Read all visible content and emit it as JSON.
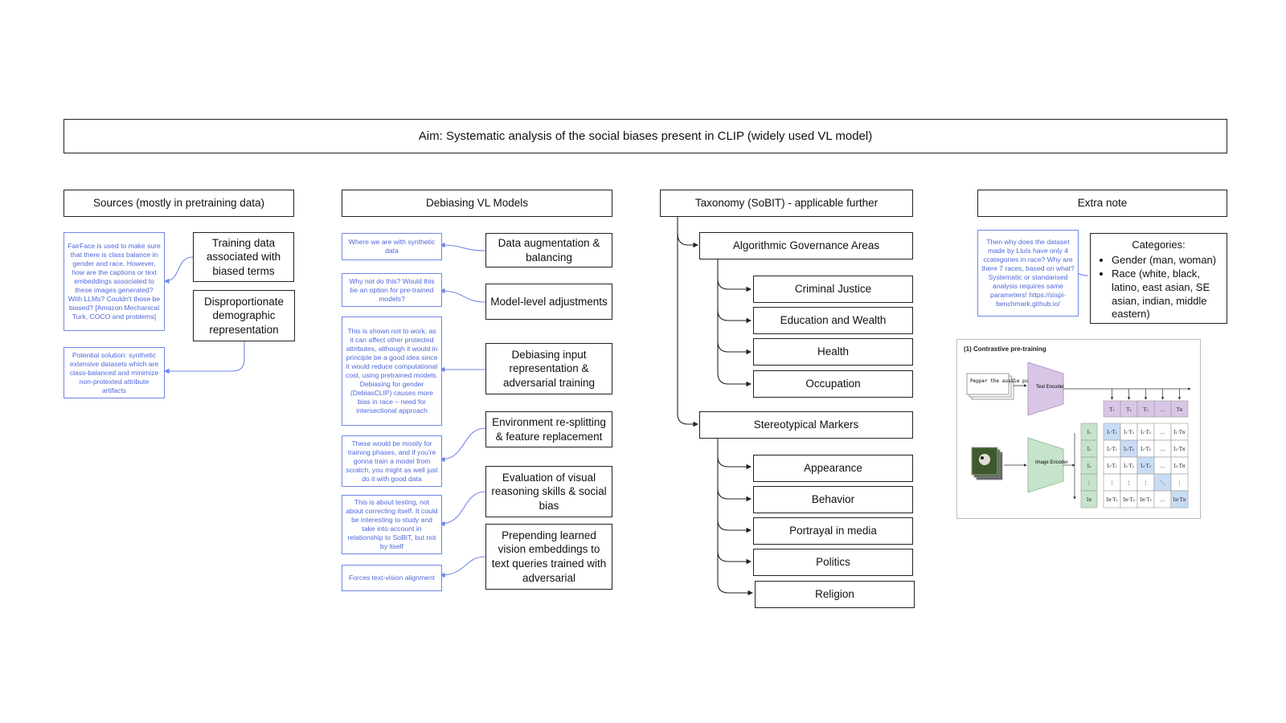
{
  "aim": "Aim: Systematic analysis of the social biases present in CLIP (widely used VL model)",
  "columns": {
    "sources": {
      "title": "Sources (mostly in pretraining data)",
      "items": [
        "Training data associated with biased terms",
        "Disproportionate demographic representation"
      ],
      "notes": [
        "FairFace is used to make sure that there is class balance in gender and race. However, how are the captions or text embeddings associated to these images generated? With LLMs? Couldn't those be biased? [Amazon Mechanical Turk, COCO and problems]",
        "Potential solution: synthetic extensive datasets which are class-balanced and minimize non-protexted attribute artifacts"
      ]
    },
    "debiasing": {
      "title": "Debiasing VL Models",
      "items": [
        "Data augmentation & balancing",
        "Model-level adjustments",
        "Debiasing input representation & adversarial training",
        "Environment re-splitting & feature replacement",
        "Evaluation of visual reasoning skills & social bias",
        "Prepending learned vision embeddings to text queries trained with adversarial"
      ],
      "notes": [
        "Where we are with synthetic data",
        "Why not do this? Would this be an option for pre-trained models?",
        "This is shown not to work, as it can affect other protected attributes, although it would in principle be a good idea since it would reduce computational cost, using pretrained models. Debiasing for gender (DebiasCLIP) causes more bias in race – need for intersectional approach",
        "These would be mostly for training phases, and if you're gonna train a model from scratch, you might as well just do it with good data",
        "This is about testing, not about correcting itself. It could be interesting to study and take into account in relationship to SoBIT, but not by itself",
        "Forces text-vision alignment"
      ]
    },
    "taxonomy": {
      "title": "Taxonomy (SoBIT) - applicable further",
      "groups": [
        {
          "label": "Algorithmic Governance Areas",
          "children": [
            "Criminal Justice",
            "Education and Wealth",
            "Health",
            "Occupation"
          ]
        },
        {
          "label": "Stereotypical Markers",
          "children": [
            "Appearance",
            "Behavior",
            "Portrayal in media",
            "Politics",
            "Religion"
          ]
        }
      ]
    },
    "extra": {
      "title": "Extra note",
      "note": "Then why does the dataset made by Lluís have only 4 ccategories in race? Why are there 7 races, based on what? Systematic or standarised analysis requires same parameters! https://sispi-benchmark.github.io/",
      "categories_title": "Categories:",
      "categories": [
        "Gender (man, woman)",
        "Race (white, black, latino, east asian, SE asian, indian, middle eastern)"
      ]
    }
  },
  "clip_figure": {
    "caption": "(1) Contrastive pre-training",
    "text_input": "Pepper the aussie pup",
    "text_encoder": "Text Encoder",
    "image_encoder": "Image Encoder",
    "text_tokens": [
      "T₁",
      "T₂",
      "T₃",
      "...",
      "Tɴ"
    ],
    "image_tokens": [
      "I₁",
      "I₂",
      "I₃",
      "⋮",
      "Iɴ"
    ],
    "matrix_rows": [
      [
        "I₁·T₁",
        "I₁·T₂",
        "I₁·T₃",
        "...",
        "I₁·Tɴ"
      ],
      [
        "I₂·T₁",
        "I₂·T₂",
        "I₂·T₃",
        "...",
        "I₂·Tɴ"
      ],
      [
        "I₃·T₁",
        "I₃·T₂",
        "I₃·T₃",
        "...",
        "I₃·Tɴ"
      ],
      [
        "⋮",
        "⋮",
        "⋮",
        "⋱",
        "⋮"
      ],
      [
        "Iɴ·T₁",
        "Iɴ·T₂",
        "Iɴ·T₃",
        "...",
        "Iɴ·Tɴ"
      ]
    ],
    "colors": {
      "text_encoder": "#d9c6e6",
      "image_encoder": "#c6e4cc",
      "diagonal": "#c9dcf5"
    }
  }
}
